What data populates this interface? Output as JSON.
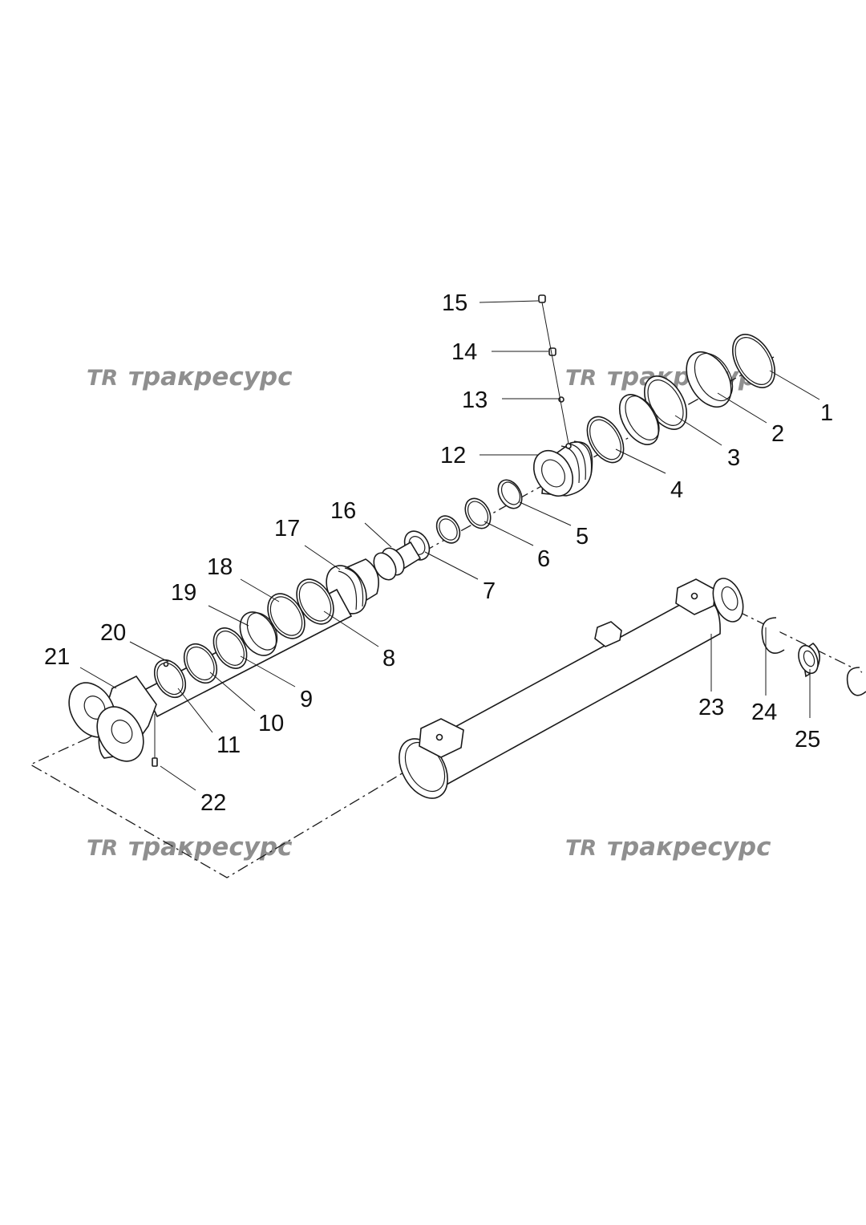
{
  "watermarks": [
    {
      "logo": "TR",
      "text": "тракресурс"
    },
    {
      "logo": "TR",
      "text": "тракресурс"
    },
    {
      "logo": "TR",
      "text": "тракресурс"
    },
    {
      "logo": "TR",
      "text": "тракресурс"
    }
  ],
  "callouts": [
    "1",
    "2",
    "3",
    "4",
    "5",
    "6",
    "7",
    "8",
    "9",
    "10",
    "11",
    "12",
    "13",
    "14",
    "15",
    "16",
    "17",
    "18",
    "19",
    "20",
    "21",
    "22",
    "23",
    "24",
    "25"
  ]
}
